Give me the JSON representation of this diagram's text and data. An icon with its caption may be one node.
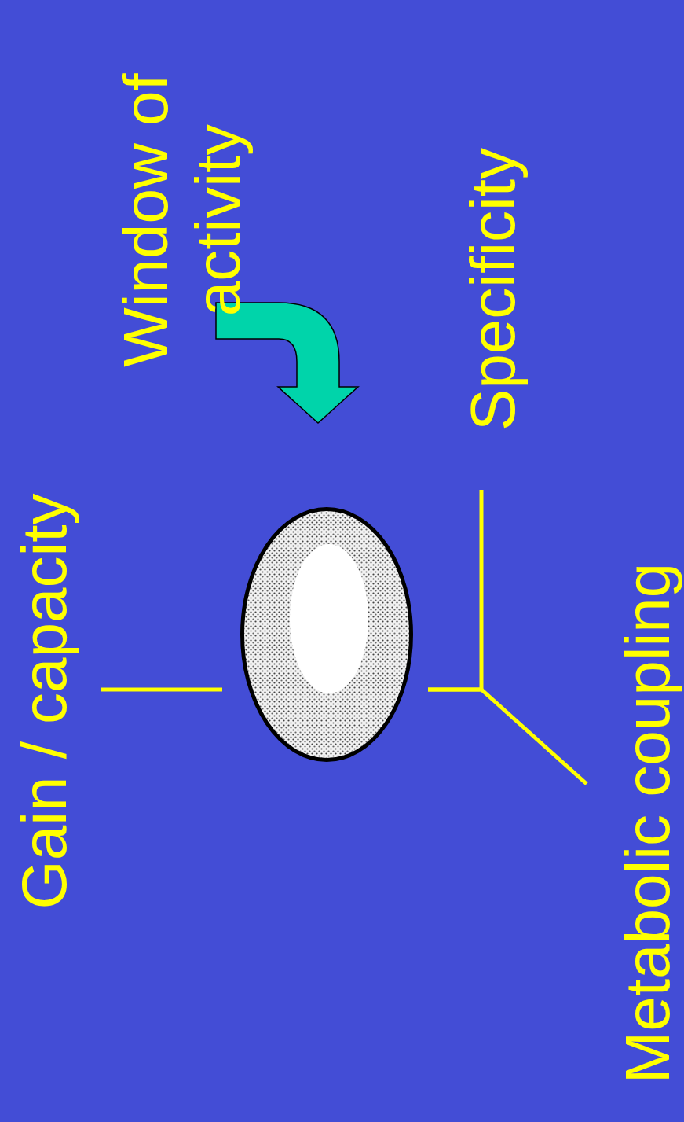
{
  "diagram": {
    "nodes": [
      {
        "text": [
          "Window of activity"
        ]
      },
      {
        "text": [
          "Gain / capacity"
        ]
      },
      {
        "text": [],
        "shape": "circle"
      },
      {
        "text": [
          "Specificity"
        ]
      },
      {
        "text": [
          "Metabolic coupling"
        ]
      }
    ],
    "edges": [
      {
        "from": 0,
        "to": 2,
        "arrow": "to",
        "style": "thick",
        "color": "#00d4aa"
      },
      {
        "from": 1,
        "to": 2,
        "arrow": "none"
      },
      {
        "from": 2,
        "to": 3,
        "arrow": "none"
      },
      {
        "from": 2,
        "to": 4,
        "arrow": "none"
      }
    ]
  }
}
